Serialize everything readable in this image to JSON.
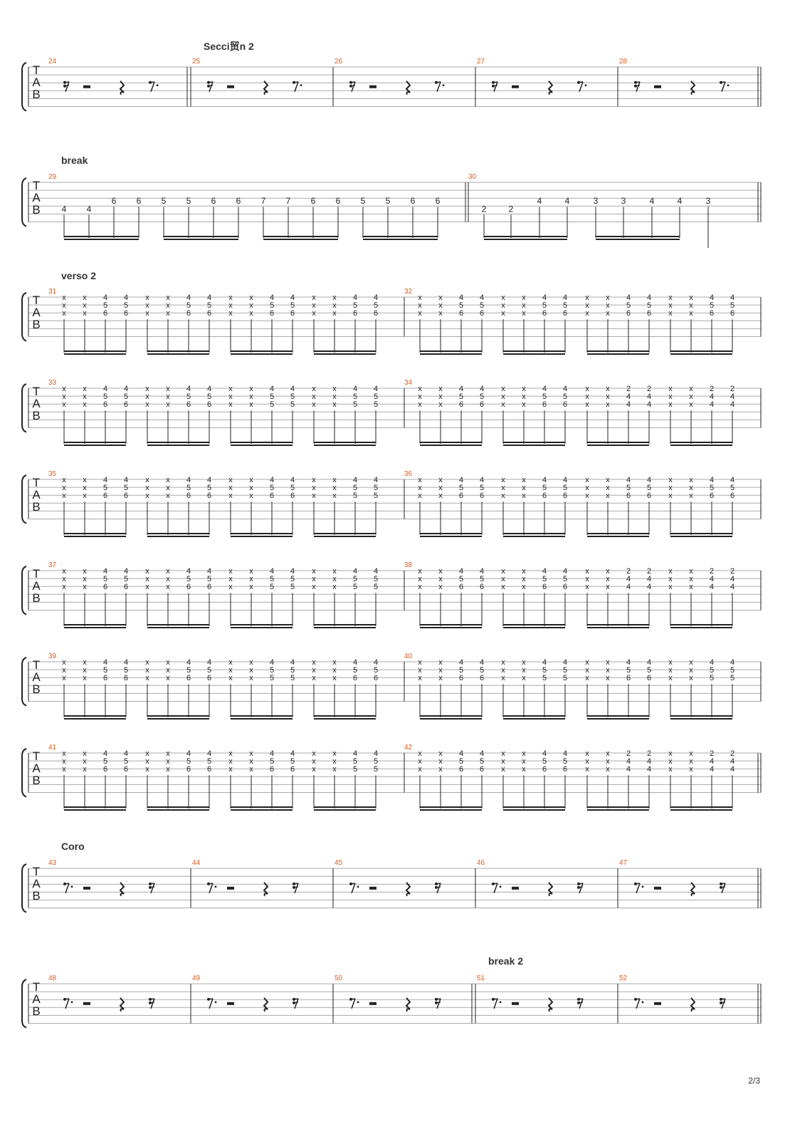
{
  "page": {
    "number": "2/3"
  },
  "tab_clef": [
    "T",
    "A",
    "B"
  ],
  "rest_pattern_a": [
    "sixteenth-rest",
    "half-rest",
    "quarter-rest",
    "dotted-eighth-rest"
  ],
  "rest_pattern_b": [
    "dotted-eighth-rest",
    "half-rest",
    "quarter-rest",
    "sixteenth-rest"
  ],
  "systems": [
    {
      "label": "Secci贸n 2",
      "type": "rests",
      "pattern": "a",
      "measures": [
        "24",
        "25",
        "26",
        "27",
        "28"
      ],
      "repeat_after": [
        "24"
      ]
    },
    {
      "label": "break",
      "type": "riff",
      "measures": [
        {
          "number": "29",
          "notes": [
            [
              "4",
              "4"
            ],
            [
              "6",
              "6"
            ],
            [
              "5",
              "5"
            ],
            [
              "6",
              "6"
            ],
            [
              "7",
              "7"
            ],
            [
              "6",
              "6"
            ],
            [
              "5",
              "5"
            ],
            [
              "6",
              "6"
            ]
          ],
          "strings": [
            [
              4,
              4
            ],
            [
              3,
              3
            ],
            [
              3,
              3
            ],
            [
              3,
              3
            ],
            [
              3,
              3
            ],
            [
              3,
              3
            ],
            [
              3,
              3
            ],
            [
              3,
              3
            ]
          ]
        },
        {
          "number": "30",
          "notes": [
            [
              "2",
              "2"
            ],
            [
              "4",
              "4"
            ],
            [
              "3",
              "3"
            ],
            [
              "4",
              "4"
            ],
            [
              "3"
            ]
          ],
          "strings": [
            [
              4,
              4
            ],
            [
              3,
              3
            ],
            [
              3,
              3
            ],
            [
              3,
              3
            ],
            [
              3
            ]
          ]
        }
      ]
    },
    {
      "label": "verso 2",
      "type": "chords",
      "measures": [
        "31",
        "32"
      ],
      "chords": [
        [
          "A",
          "A",
          "A",
          "A"
        ],
        [
          "A",
          "A",
          "A",
          "A"
        ]
      ]
    },
    {
      "label": "",
      "type": "chords",
      "measures": [
        "33",
        "34"
      ],
      "chords": [
        [
          "A",
          "A",
          "B",
          "B"
        ],
        [
          "A",
          "A",
          "C",
          "C"
        ]
      ]
    },
    {
      "label": "",
      "type": "chords",
      "measures": [
        "35",
        "36"
      ],
      "chords": [
        [
          "A",
          "A",
          "A",
          "B"
        ],
        [
          "A",
          "A",
          "A",
          "A"
        ]
      ]
    },
    {
      "label": "",
      "type": "chords",
      "measures": [
        "37",
        "38"
      ],
      "chords": [
        [
          "A",
          "A",
          "B",
          "B"
        ],
        [
          "A",
          "A",
          "C",
          "C"
        ]
      ]
    },
    {
      "label": "",
      "type": "chords",
      "measures": [
        "39",
        "40"
      ],
      "chords": [
        [
          "A",
          "A",
          "B",
          "A"
        ],
        [
          "A",
          "B",
          "A",
          "B"
        ]
      ]
    },
    {
      "label": "",
      "type": "chords",
      "measures": [
        "41",
        "42"
      ],
      "chords": [
        [
          "A",
          "A",
          "A",
          "B"
        ],
        [
          "A",
          "A",
          "C",
          "C"
        ]
      ],
      "final_double": true
    },
    {
      "label": "Coro",
      "type": "rests",
      "pattern": "b",
      "measures": [
        "43",
        "44",
        "45",
        "46",
        "47"
      ]
    },
    {
      "label": "",
      "type": "rests",
      "pattern": "b",
      "measures": [
        "48",
        "49",
        "50",
        "51",
        "52"
      ],
      "double_before": [
        "51"
      ],
      "inline_labels": [
        {
          "measure": "51",
          "text": "break 2"
        }
      ]
    }
  ],
  "chord_shapes": {
    "A": {
      "muted": [
        "x",
        "x",
        "x"
      ],
      "fretted": [
        "4",
        "5",
        "6"
      ]
    },
    "B": {
      "muted": [
        "x",
        "x",
        "x"
      ],
      "fretted": [
        "4",
        "5",
        "5"
      ]
    },
    "C": {
      "muted": [
        "x",
        "x",
        "x"
      ],
      "fretted": [
        "2",
        "4",
        "4"
      ]
    }
  },
  "colors": {
    "measure_number": "#e05a1a",
    "staff_line": "#aaaaaa",
    "ink": "#222222"
  }
}
